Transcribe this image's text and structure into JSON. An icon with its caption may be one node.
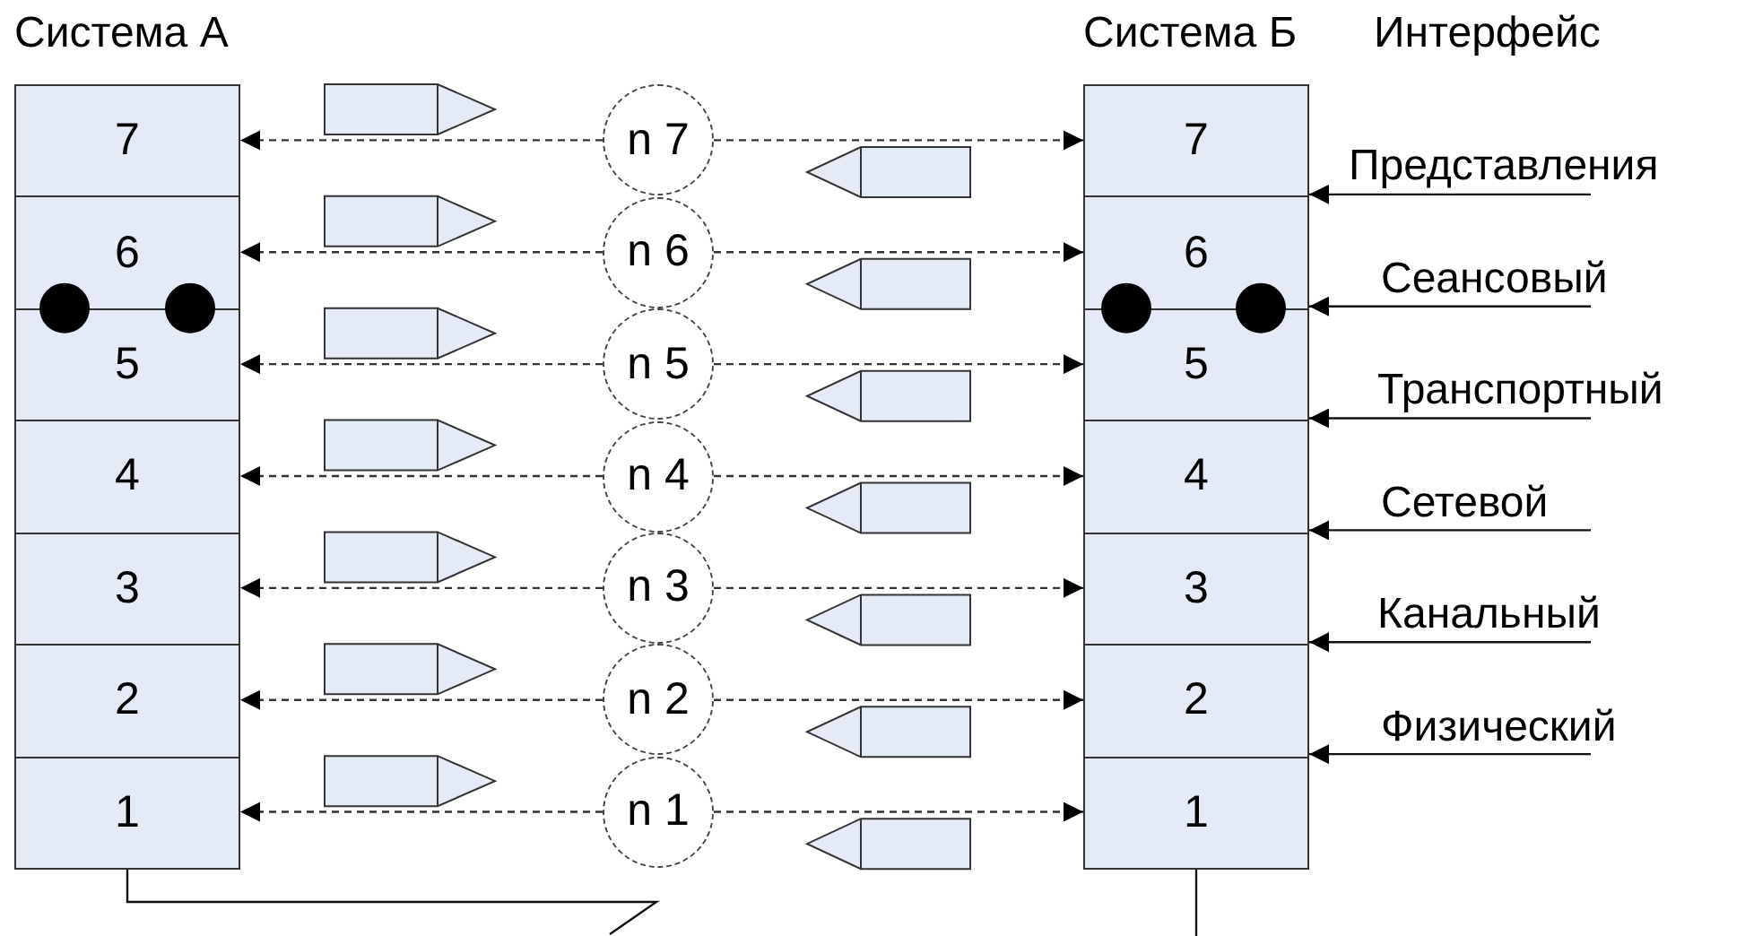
{
  "diagram": {
    "nodes": [
      {
        "text": [
          "Система А"
        ]
      },
      {
        "text": [
          "7"
        ],
        "in": 0
      },
      {
        "text": [
          "6"
        ],
        "in": 0
      },
      {
        "text": [
          "5"
        ],
        "in": 0
      },
      {
        "text": [
          "4"
        ],
        "in": 0
      },
      {
        "text": [
          "3"
        ],
        "in": 0
      },
      {
        "text": [
          "2"
        ],
        "in": 0
      },
      {
        "text": [
          "1"
        ],
        "in": 0
      },
      {
        "text": [
          "n 7"
        ]
      },
      {
        "text": [
          "n 6"
        ]
      },
      {
        "text": [
          "n 5"
        ]
      },
      {
        "text": [
          "n 4"
        ]
      },
      {
        "text": [
          "n 3"
        ]
      },
      {
        "text": [
          "n 2"
        ]
      },
      {
        "text": [
          "n 1"
        ]
      },
      {
        "text": [
          "Система Б"
        ]
      },
      {
        "text": [
          "7"
        ],
        "in": 15
      },
      {
        "text": [
          "6"
        ],
        "in": 15
      },
      {
        "text": [
          "5"
        ],
        "in": 15
      },
      {
        "text": [
          "4"
        ],
        "in": 15
      },
      {
        "text": [
          "3"
        ],
        "in": 15
      },
      {
        "text": [
          "2"
        ],
        "in": 15
      },
      {
        "text": [
          "1"
        ],
        "in": 15
      },
      {
        "text": [
          "Представления"
        ]
      },
      {
        "text": [
          "Сеансовый"
        ]
      },
      {
        "text": [
          "Транспортный"
        ]
      },
      {
        "text": [
          "Сетевой"
        ]
      },
      {
        "text": [
          "Канальный"
        ]
      },
      {
        "text": [
          "Физический"
        ]
      }
    ],
    "edges": [
      {
        "from": 8,
        "to": 1,
        "arrow": "to",
        "style": "dashed"
      },
      {
        "from": 8,
        "to": 16,
        "arrow": "to",
        "style": "dashed"
      },
      {
        "from": 9,
        "to": 2,
        "arrow": "to",
        "style": "dashed"
      },
      {
        "from": 9,
        "to": 17,
        "arrow": "to",
        "style": "dashed"
      },
      {
        "from": 10,
        "to": 3,
        "arrow": "to",
        "style": "dashed"
      },
      {
        "from": 10,
        "to": 18,
        "arrow": "to",
        "style": "dashed"
      },
      {
        "from": 11,
        "to": 4,
        "arrow": "to",
        "style": "dashed"
      },
      {
        "from": 11,
        "to": 19,
        "arrow": "to",
        "style": "dashed"
      },
      {
        "from": 12,
        "to": 5,
        "arrow": "to",
        "style": "dashed"
      },
      {
        "from": 12,
        "to": 20,
        "arrow": "to",
        "style": "dashed"
      },
      {
        "from": 13,
        "to": 6,
        "arrow": "to",
        "style": "dashed"
      },
      {
        "from": 13,
        "to": 21,
        "arrow": "to",
        "style": "dashed"
      },
      {
        "from": 14,
        "to": 7,
        "arrow": "to",
        "style": "dashed"
      },
      {
        "from": 14,
        "to": 22,
        "arrow": "to",
        "style": "dashed"
      },
      {
        "from": 23,
        "to": 16,
        "arrow": "to"
      },
      {
        "from": 24,
        "to": 17,
        "arrow": "to"
      },
      {
        "from": 25,
        "to": 18,
        "arrow": "to"
      },
      {
        "from": 26,
        "to": 19,
        "arrow": "to"
      },
      {
        "from": 27,
        "to": 20,
        "arrow": "to"
      },
      {
        "from": 28,
        "to": 21,
        "arrow": "to"
      },
      {
        "from": 7,
        "to": null,
        "arrow": "none"
      },
      {
        "from": 22,
        "to": null,
        "arrow": "none"
      }
    ],
    "labels": [
      "Интерфейс"
    ]
  }
}
